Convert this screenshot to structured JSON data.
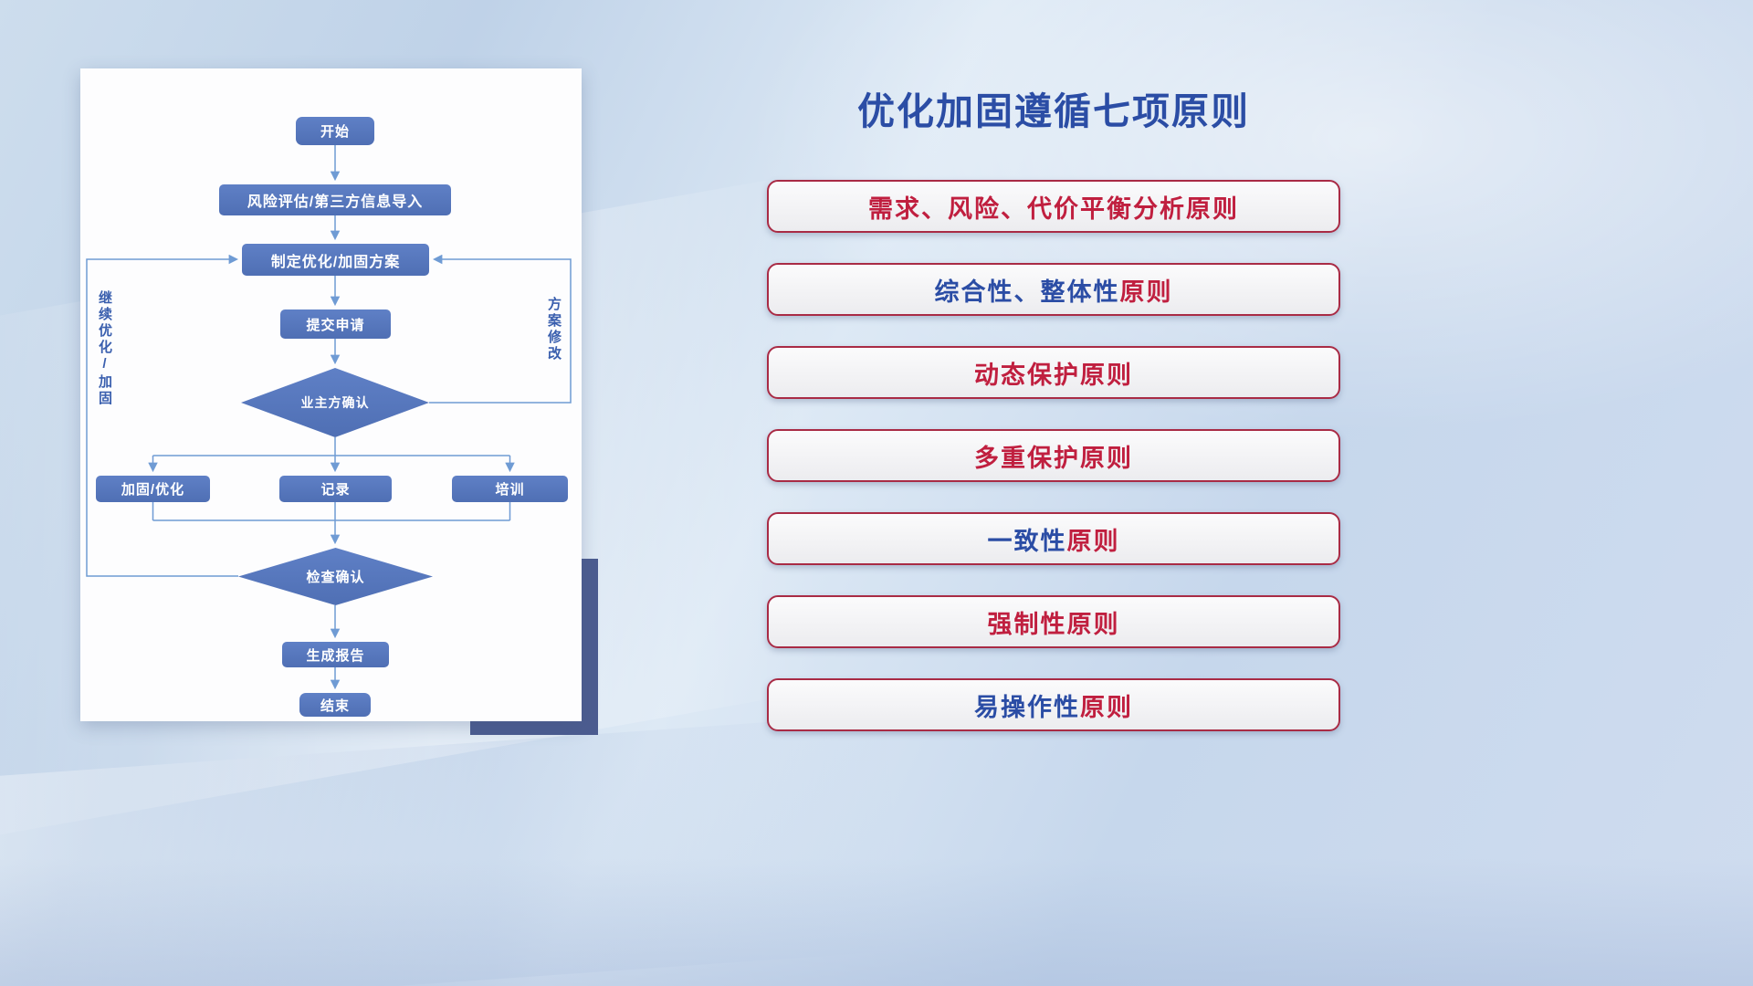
{
  "title": "优化加固遵循七项原则",
  "colors": {
    "title_blue": "#2b4da5",
    "text_red": "#c01f3f",
    "text_blue": "#2b4da5",
    "pill_border": "#a92b45",
    "pill_background": "#f2f2f4",
    "node_blue": "#5677bd",
    "connector_blue": "#6f9bd4",
    "accent_block": "#4c5c90",
    "background": "#c9d9ec"
  },
  "flowchart": {
    "nodes": {
      "start": {
        "label": "开始"
      },
      "risk_import": {
        "label": "风险评估/第三方信息导入"
      },
      "make_plan": {
        "label": "制定优化/加固方案"
      },
      "submit": {
        "label": "提交申请"
      },
      "owner_confirm": {
        "label": "业主方确认"
      },
      "harden_optimize": {
        "label": "加固/优化"
      },
      "record": {
        "label": "记录"
      },
      "training": {
        "label": "培训"
      },
      "check_confirm": {
        "label": "检查确认"
      },
      "report": {
        "label": "生成报告"
      },
      "end": {
        "label": "结束"
      }
    },
    "edge_labels": {
      "continue_loop": "继续优化/加固",
      "modify_loop": "方案修改"
    }
  },
  "principles": {
    "items": [
      {
        "segments": [
          {
            "text": "需求、风险、代价平衡分析原则",
            "color": "text_red"
          }
        ]
      },
      {
        "segments": [
          {
            "text": "综合性、整体性",
            "color": "text_blue"
          },
          {
            "text": "原则",
            "color": "text_red"
          }
        ]
      },
      {
        "segments": [
          {
            "text": "动态保护原则",
            "color": "text_red"
          }
        ]
      },
      {
        "segments": [
          {
            "text": "多重保护原则",
            "color": "text_red"
          }
        ]
      },
      {
        "segments": [
          {
            "text": "一致性",
            "color": "text_blue"
          },
          {
            "text": "原则",
            "color": "text_red"
          }
        ]
      },
      {
        "segments": [
          {
            "text": "强制性原则",
            "color": "text_red"
          }
        ]
      },
      {
        "segments": [
          {
            "text": "易操作性",
            "color": "text_blue"
          },
          {
            "text": "原则",
            "color": "text_red"
          }
        ]
      }
    ]
  }
}
